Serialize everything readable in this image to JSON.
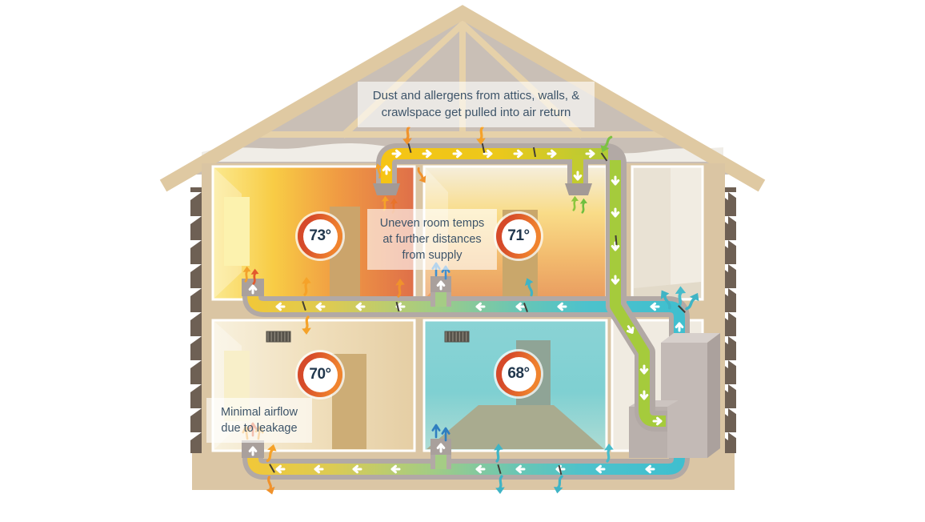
{
  "diagram_title": "House duct leakage diagram",
  "callouts": {
    "dust_return": {
      "lines": [
        "Dust and allergens from attics, walls, &",
        "crawlspace get pulled into air return"
      ]
    },
    "uneven_temps": {
      "lines": [
        "Uneven room temps",
        "at further distances",
        "from supply"
      ]
    },
    "minimal_airflow": {
      "lines": [
        "Minimal airflow",
        "due to leakage"
      ]
    }
  },
  "rooms": [
    {
      "id": "upper-left",
      "temp": "73°"
    },
    {
      "id": "upper-right",
      "temp": "71°"
    },
    {
      "id": "lower-left",
      "temp": "70°"
    },
    {
      "id": "lower-right",
      "temp": "68°"
    }
  ],
  "legend_colors": {
    "supply_cold": "#3FBFCF",
    "supply_warm": "#F0C83A",
    "return_duct_yellow": "#F6C414",
    "return_duct_green": "#A5CB3C",
    "leak_arrow_orange": "#F5A229",
    "leak_arrow_teal": "#3FB4C5",
    "badge_ring": "#E0572C",
    "callout_text": "#3D5469",
    "wall_tan": "#DAC5A3"
  }
}
